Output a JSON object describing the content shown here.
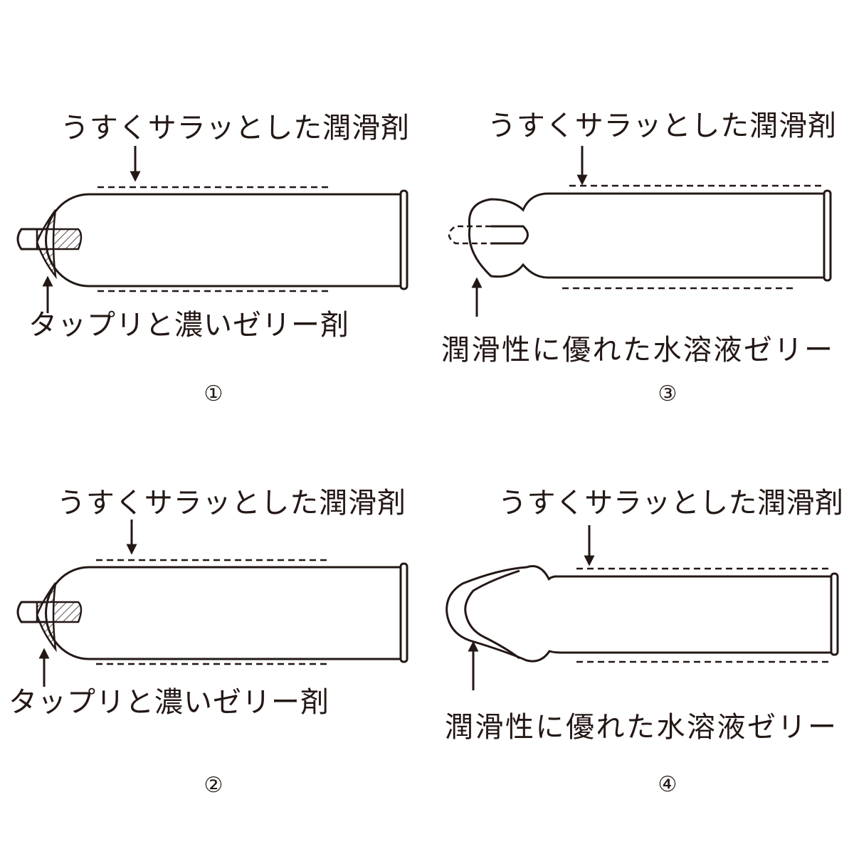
{
  "panels": [
    {
      "number": "①",
      "top_label": "うすくサラッとした潤滑剤",
      "bottom_label": "タップリと濃いゼリー剤"
    },
    {
      "number": "②",
      "top_label": "うすくサラッとした潤滑剤",
      "bottom_label": "タップリと濃いゼリー剤"
    },
    {
      "number": "③",
      "top_label": "うすくサラッとした潤滑剤",
      "bottom_label": "潤滑性に優れた水溶液ゼリー"
    },
    {
      "number": "④",
      "top_label": "うすくサラッとした潤滑剤",
      "bottom_label": "潤滑性に優れた水溶液ゼリー"
    }
  ],
  "colors": {
    "ink": "#231815",
    "background": "#ffffff"
  }
}
